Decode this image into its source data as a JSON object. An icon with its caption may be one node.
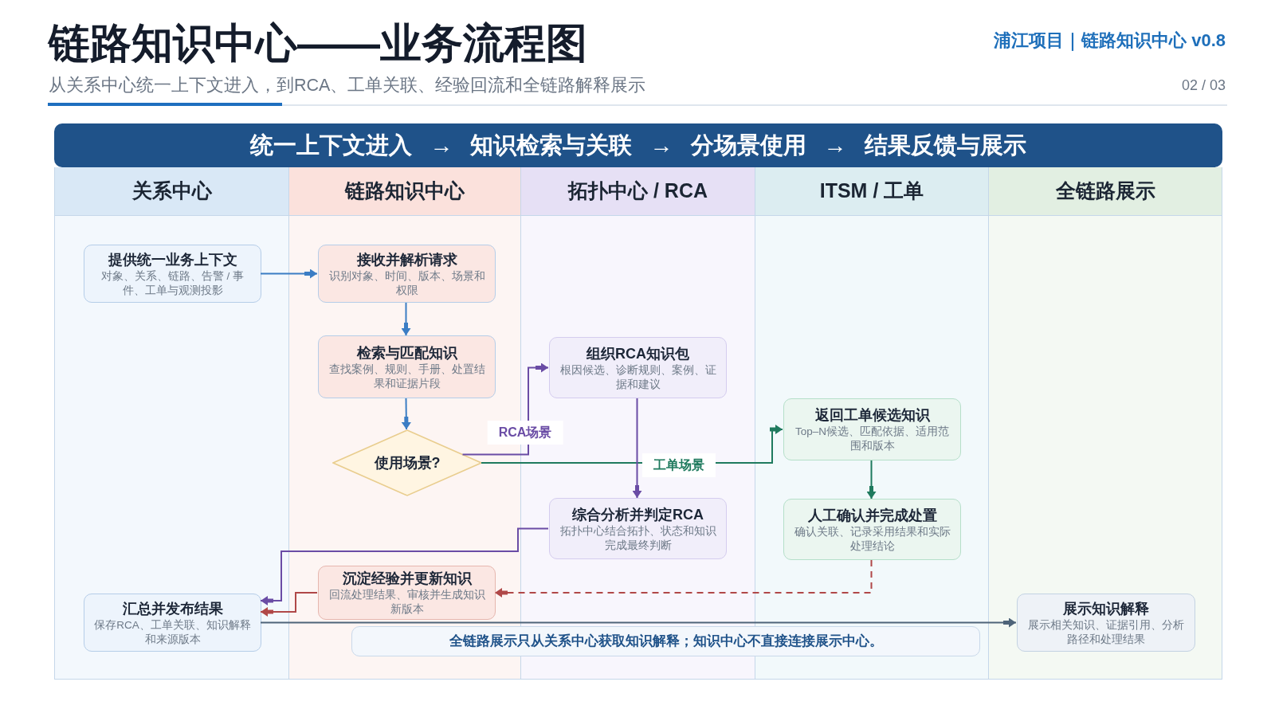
{
  "diagram": {
    "title": "链路知识中心——业务流程图",
    "nodes": [
      {
        "text": [
          "统一上下文进入 → 知识检索与关联 → 分场景使用 → 结果反馈与展示"
        ]
      },
      {
        "text": [
          "关系中心"
        ]
      },
      {
        "text": [
          "链路知识中心"
        ]
      },
      {
        "text": [
          "拓扑中心 / RCA"
        ]
      },
      {
        "text": [
          "ITSM / 工单"
        ]
      },
      {
        "text": [
          "全链路展示"
        ]
      },
      {
        "text": [
          "提供统一业务上下文",
          "对象、关系、链路、告警 / 事件、工单与观测投影"
        ],
        "in": 1
      },
      {
        "text": [
          "接收并解析请求",
          "识别对象、时间、版本、场景和权限"
        ],
        "in": 2
      },
      {
        "text": [
          "检索与匹配知识",
          "查找案例、规则、手册、处置结果和证据片段"
        ],
        "in": 2
      },
      {
        "text": [
          "使用场景?"
        ],
        "in": 2
      },
      {
        "text": [
          "组织RCA知识包",
          "根因候选、诊断规则、案例、证据和建议"
        ],
        "in": 3
      },
      {
        "text": [
          "返回工单候选知识",
          "Top–N候选、匹配依据、适用范围和版本"
        ],
        "in": 4
      },
      {
        "text": [
          "综合分析并判定RCA",
          "拓扑中心结合拓扑、状态和知识完成最终判断"
        ],
        "in": 3
      },
      {
        "text": [
          "人工确认并完成处置",
          "确认关联、记录采用结果和实际处理结论"
        ],
        "in": 4
      },
      {
        "text": [
          "沉淀经验并更新知识",
          "回流处理结果、审核并生成知识新版本"
        ],
        "in": 2
      },
      {
        "text": [
          "汇总并发布结果",
          "保存RCA、工单关联、知识解释和来源版本"
        ],
        "in": 1
      },
      {
        "text": [
          "展示知识解释",
          "展示相关知识、证据引用、分析路径和处理结果"
        ],
        "in": 5
      },
      {
        "text": [
          "全链路展示只从关系中心获取知识解释；知识中心不直接连接展示中心。"
        ]
      }
    ],
    "edges": [
      {
        "from": 6,
        "to": 7,
        "arrow": "to"
      },
      {
        "from": 7,
        "to": 8,
        "arrow": "to"
      },
      {
        "from": 8,
        "to": 9,
        "arrow": "to"
      },
      {
        "from": 9,
        "to": 10,
        "arrow": "to",
        "label": "RCA场景",
        "color": "#6a4ca5"
      },
      {
        "from": 9,
        "to": 11,
        "arrow": "to",
        "label": "工单场景",
        "color": "#1f7a5e"
      },
      {
        "from": 10,
        "to": 12,
        "arrow": "to",
        "color": "#6a4ca5"
      },
      {
        "from": 11,
        "to": 13,
        "arrow": "to",
        "color": "#1f7a5e"
      },
      {
        "from": 13,
        "to": 14,
        "arrow": "to",
        "style": "dashed",
        "color": "#b04848"
      },
      {
        "from": 12,
        "to": 15,
        "arrow": "to",
        "color": "#6a4ca5"
      },
      {
        "from": 14,
        "to": 15,
        "arrow": "to",
        "color": "#b04848"
      },
      {
        "from": 15,
        "to": 16,
        "arrow": "to",
        "color": "#4e6479"
      }
    ],
    "labels": [
      "浦江项目｜链路知识中心 v0.8",
      "从关系中心统一上下文进入，到RCA、工单关联、经验回流和全链路解释展示",
      "02 / 03"
    ]
  }
}
